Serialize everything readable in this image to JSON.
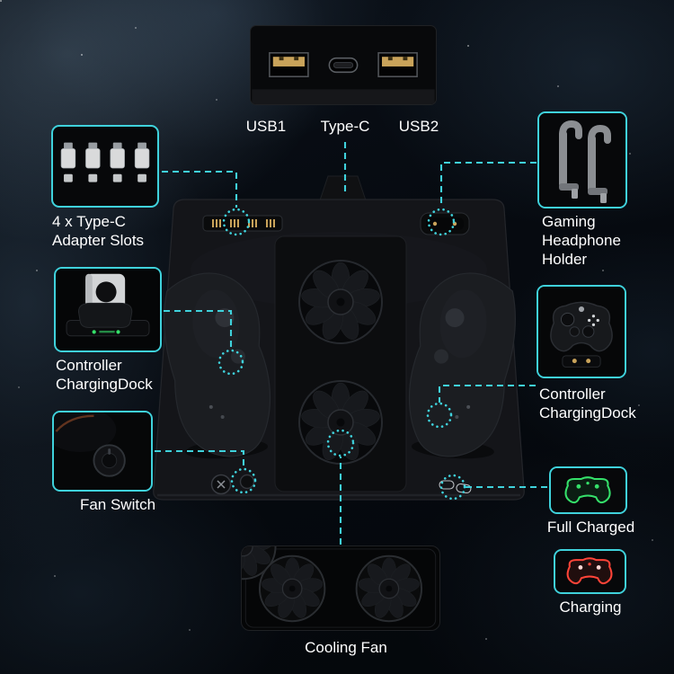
{
  "colors": {
    "accent": "#3fd2dc",
    "charged_green": "#35e06a",
    "charging_red": "#ff4438",
    "usb_gold": "#c9a35a"
  },
  "usb_panel": {
    "usb1": "USB1",
    "type_c": "Type-C",
    "usb2": "USB2"
  },
  "callouts": {
    "adapter_slots": {
      "label": "4 x Type-C\nAdapter Slots"
    },
    "headphone_holder": {
      "label": "Gaming\nHeadphone\nHolder"
    },
    "controller_dock_left": {
      "label": "Controller\nChargingDock"
    },
    "controller_dock_right": {
      "label": "Controller\nChargingDock"
    },
    "fan_switch": {
      "label": "Fan Switch"
    },
    "full_charged": {
      "label": "Full Charged"
    },
    "charging": {
      "label": "Charging"
    },
    "cooling_fan": {
      "label": "Cooling Fan"
    }
  }
}
